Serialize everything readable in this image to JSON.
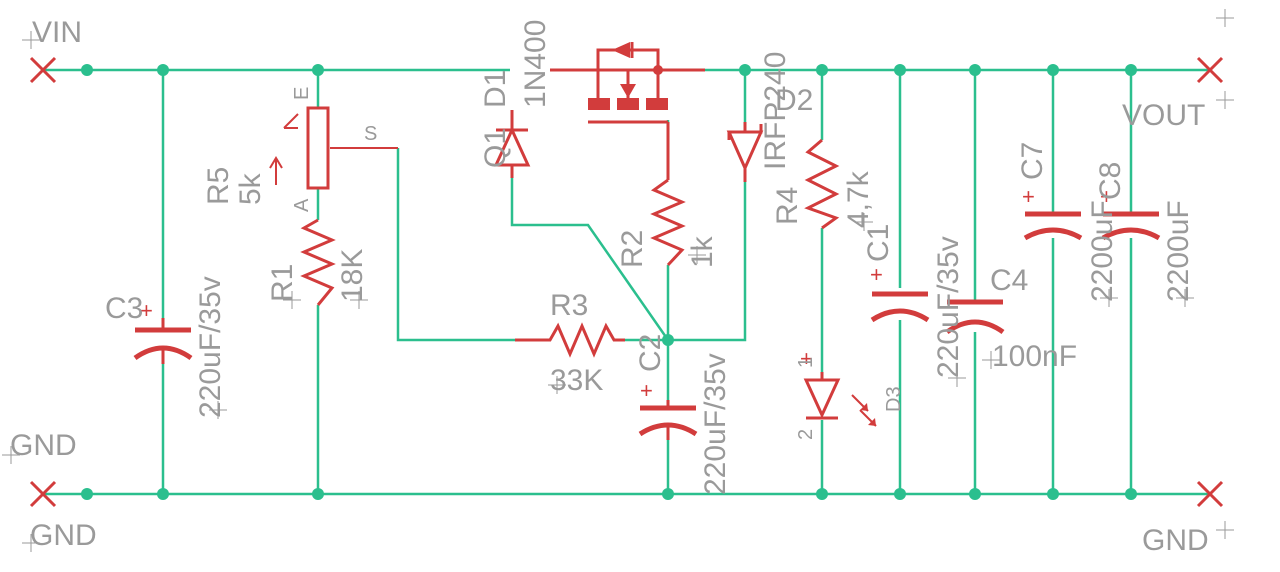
{
  "nets": {
    "vin": "VIN",
    "gnd_left_top": "GND",
    "gnd_left_bottom": "GND",
    "vout": "VOUT",
    "gnd_right": "GND"
  },
  "components": {
    "r5": {
      "name": "R5",
      "value": "5k",
      "pin_e": "E",
      "pin_a": "A",
      "pin_s": "S"
    },
    "r1": {
      "name": "R1",
      "value": "18K"
    },
    "c3": {
      "name": "C3",
      "value": "220uF/35v"
    },
    "q1": {
      "name": "Q1"
    },
    "d1": {
      "name": "D1",
      "value": "1N400"
    },
    "mosfet": {
      "value": "IRFP240"
    },
    "d2": {
      "name": "D2"
    },
    "r2": {
      "name": "R2",
      "value": "1k"
    },
    "r3": {
      "name": "R3",
      "value": "33K"
    },
    "c2": {
      "name": "C2",
      "value": "220uF/35v"
    },
    "r4": {
      "name": "R4",
      "value": "4,7k"
    },
    "d3": {
      "name": "D3",
      "pin1": "1",
      "pin2": "2"
    },
    "c1": {
      "name": "C1",
      "value": "220uF/35v"
    },
    "c4": {
      "name": "C4",
      "value": "100nF"
    },
    "c7": {
      "name": "C7",
      "value": "2200uF"
    },
    "c8": {
      "name": "C8",
      "value": "2200uF"
    }
  },
  "colors": {
    "wire": "#2bbf8e",
    "part": "#d23c3c",
    "label": "#9a9a9a"
  }
}
